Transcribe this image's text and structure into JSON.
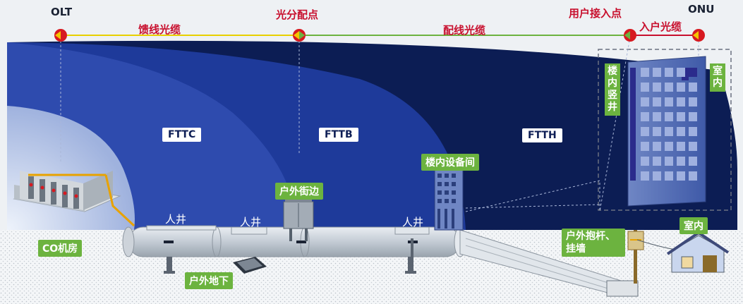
{
  "nodes": {
    "olt": "OLT",
    "splitter": "光分配点",
    "access_point": "用户接入点",
    "onu": "ONU"
  },
  "fibers": {
    "feeder": "馈线光缆",
    "distribution": "配线光缆",
    "drop": "入户光缆"
  },
  "zones": {
    "fttc": "FTTC",
    "fttb": "FTTB",
    "ftth": "FTTH"
  },
  "places": {
    "co_room": "CO机房",
    "street": "户外街边",
    "building_room": "楼内设备间",
    "pole_wall": "户外抱杆、挂墙",
    "underground": "户外地下",
    "indoor_bottom": "室内",
    "riser": "楼内竖井",
    "indoor_side": "室内"
  },
  "manholes": [
    "人井",
    "人井",
    "人井"
  ],
  "colors": {
    "deep_blue": "#0c1d54",
    "mid_blue": "#1e3a9a",
    "light_blue": "#6e86c8",
    "green": "#6cb33f",
    "red": "#c8102e",
    "yellow": "#e8d000"
  }
}
